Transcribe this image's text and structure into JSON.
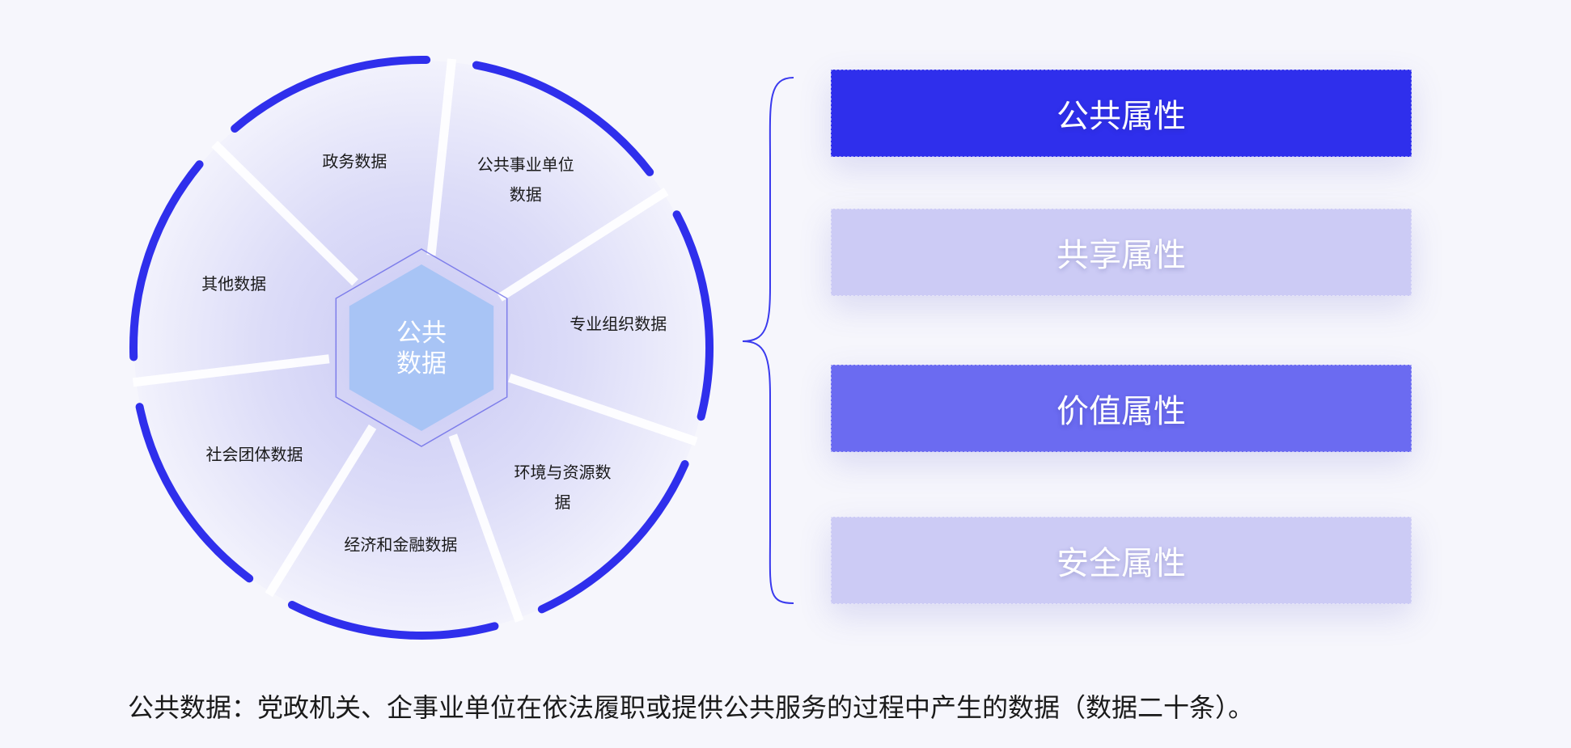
{
  "center": {
    "line1": "公共",
    "line2": "数据"
  },
  "segments": [
    {
      "lines": [
        "公共事业单位",
        "数据"
      ]
    },
    {
      "lines": [
        "专业组织数据"
      ]
    },
    {
      "lines": [
        "环境与资源数",
        "据"
      ]
    },
    {
      "lines": [
        "经济和金融数据"
      ]
    },
    {
      "lines": [
        "社会团体数据"
      ]
    },
    {
      "lines": [
        "其他数据"
      ]
    },
    {
      "lines": [
        "政务数据"
      ]
    }
  ],
  "attributes": [
    {
      "label": "公共属性",
      "color": "#2f2fec"
    },
    {
      "label": "共享属性",
      "color": "#cccbf5"
    },
    {
      "label": "价值属性",
      "color": "#6b6bf1"
    },
    {
      "label": "安全属性",
      "color": "#cccbf5"
    }
  ],
  "footnote": "公共数据：党政机关、企事业单位在依法履职或提供公共服务的过程中产生的数据（数据二十条）。",
  "colors": {
    "accent": "#2f2fec",
    "hexagon": "#a8c4f5",
    "background": "#f6f6fc"
  }
}
